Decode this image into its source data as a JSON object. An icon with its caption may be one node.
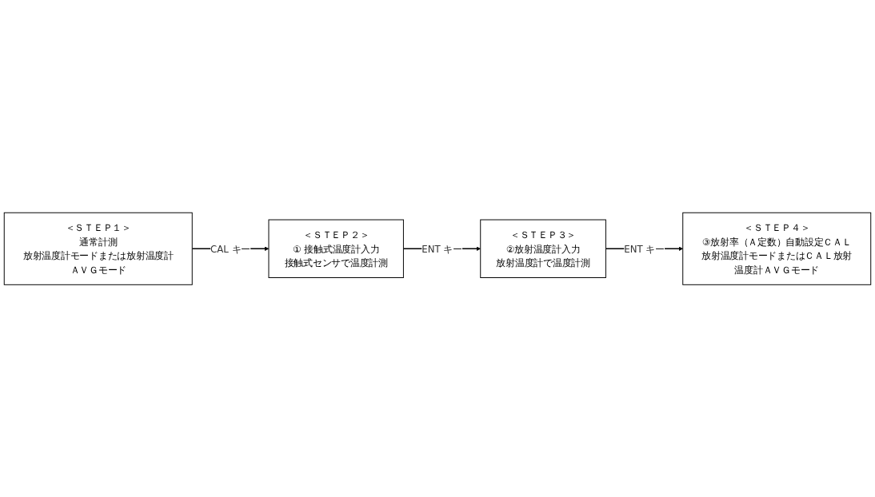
{
  "diagram": {
    "nodes": [
      {
        "text": [
          "＜ＳＴＥＰ１＞",
          "通常計測",
          "放射温度計モードまたは放射温度計ＡＶＧモード"
        ]
      },
      {
        "text": [
          "＜ＳＴＥＰ２＞",
          "① 接触式温度計入力",
          "接触式センサで温度計測"
        ]
      },
      {
        "text": [
          "＜ＳＴＥＰ３＞",
          "②放射温度計入力",
          "放射温度計で温度計測"
        ]
      },
      {
        "text": [
          "＜ＳＴＥＰ４＞",
          "③放射率（Ａ定数）自動設定ＣＡＬ放射温度計モードまたはＣＡＬ放射温度計ＡＶＧモード"
        ]
      }
    ],
    "edges": [
      {
        "from": 0,
        "to": 1,
        "arrow": "to",
        "label": "CAL キー"
      },
      {
        "from": 1,
        "to": 2,
        "arrow": "to",
        "label": "ENT キー"
      },
      {
        "from": 2,
        "to": 3,
        "arrow": "to",
        "label": "ENT キー"
      }
    ]
  }
}
